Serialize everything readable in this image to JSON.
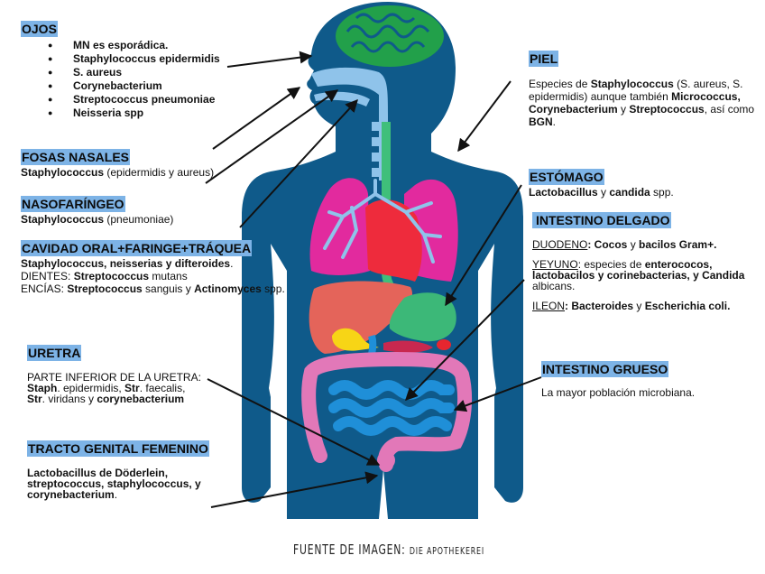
{
  "colors": {
    "body": "#0f5a8a",
    "highlight": "#7db3e6",
    "brain": "#22a04a",
    "airway": "#8fc3ea",
    "esophagus": "#3fbf7a",
    "lungs": "#e22a9e",
    "heart": "#ee2b3c",
    "liver": "#e4645a",
    "stomach": "#3cb878",
    "gallbladder": "#f7d516",
    "small_intestine": "#1f8fd8",
    "large_intestine": "#e278b8",
    "arrow": "#111111"
  },
  "sections": {
    "ojos": {
      "title": "OJOS",
      "items": [
        "MN es esporádica.",
        "Staphylococcus epidermidis",
        "S. aureus",
        "Corynebacterium",
        "Streptococcus pneumoniae",
        "Neisseria spp"
      ]
    },
    "fosas": {
      "title": "FOSAS NASALES",
      "b1": "Staphylococcus",
      "t1": " (epidermidis y aureus)"
    },
    "naso": {
      "title": "NASOFARÍNGEO",
      "b1": "Staphylococcus",
      "t1": " (pneumoniae)"
    },
    "cavidad": {
      "title": "CAVIDAD ORAL+FARINGE+TRÁQUEA",
      "line1_b": "Staphylococcus, neisserias y difteroides",
      "line1_t": ".",
      "line2_t": "DIENTES: ",
      "line2_b": "Streptococcus",
      "line2_t2": " mutans",
      "line3_t": "ENCÍAS: ",
      "line3_b": "Streptococcus",
      "line3_t2": " sanguis y ",
      "line3_b2": "Actinomyces",
      "line3_t3": " spp."
    },
    "uretra": {
      "title": "URETRA",
      "l1": "PARTE INFERIOR DE LA URETRA:",
      "l2_b": "Staph",
      "l2_t": ". epidermidis, ",
      "l2_b2": "Str",
      "l2_t2": ". faecalis,",
      "l3_b": "Str",
      "l3_t": ". viridans ",
      "l3_t2": "y ",
      "l3_b2": "corynebacterium"
    },
    "genital": {
      "title": "TRACTO GENITAL FEMENINO",
      "l1": "Lactobacillus de Döderlein,",
      "l2": "streptococcus, staphylococcus, y",
      "l3_b": "corynebacterium",
      "l3_t": "."
    },
    "piel": {
      "title": "PIEL",
      "t1": "Especies de ",
      "b1": "Staphylococcus",
      "t2": " (S. aureus, S. epidermidis) aunque también ",
      "b2": "Micrococcus, Corynebacterium",
      "t3": " y ",
      "b3": "Streptococcus",
      "t4": ", así como ",
      "b4": "BGN",
      "t5": "."
    },
    "estomago": {
      "title": "ESTÓMAGO",
      "b1": "Lactobacillus",
      "t1": " y ",
      "b2": "candida",
      "t2": " spp."
    },
    "delgado": {
      "title": "INTESTINO DELGADO",
      "duodeno_label": "DUODENO",
      "duodeno_b": ": Cocos",
      "duodeno_t": " y ",
      "duodeno_b2": "bacilos Gram+.",
      "yeyuno_label": "YEYUNO",
      "yeyuno_t": ": especies de ",
      "yeyuno_b": "enterococos, lactobacilos y corinebacterias, y Candida",
      "yeyuno_t2": " albicans.",
      "ileon_label": "ILEON",
      "ileon_b": ": Bacteroides",
      "ileon_t": " y ",
      "ileon_b2": "Escherichia coli."
    },
    "grueso": {
      "title": "INTESTINO GRUESO",
      "text": "La mayor población microbiana."
    }
  },
  "source": {
    "prefix": "FUENTE DE IMAGEN: ",
    "name": "Die Apothekerei"
  }
}
